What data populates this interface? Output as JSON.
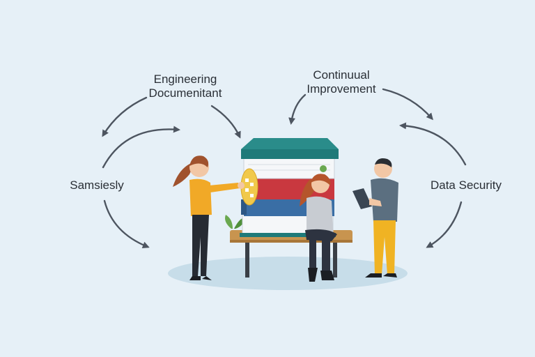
{
  "diagram": {
    "labels": {
      "engineering": [
        "Engineering",
        "Documenitant"
      ],
      "continual": [
        "Continuual",
        "Improvement"
      ],
      "left": "Samsiesly",
      "right": "Data Security"
    },
    "colors": {
      "background": "#e6f0f7",
      "arrow": "#4d5560",
      "book_teal": "#1f7a79",
      "book_red": "#c9383f",
      "book_blue": "#3a6ea5",
      "bench": "#c8944f",
      "shirt_yellow": "#f1a927",
      "pants_yellow": "#f0b323",
      "floor_ellipse": "#c7dde9"
    }
  }
}
